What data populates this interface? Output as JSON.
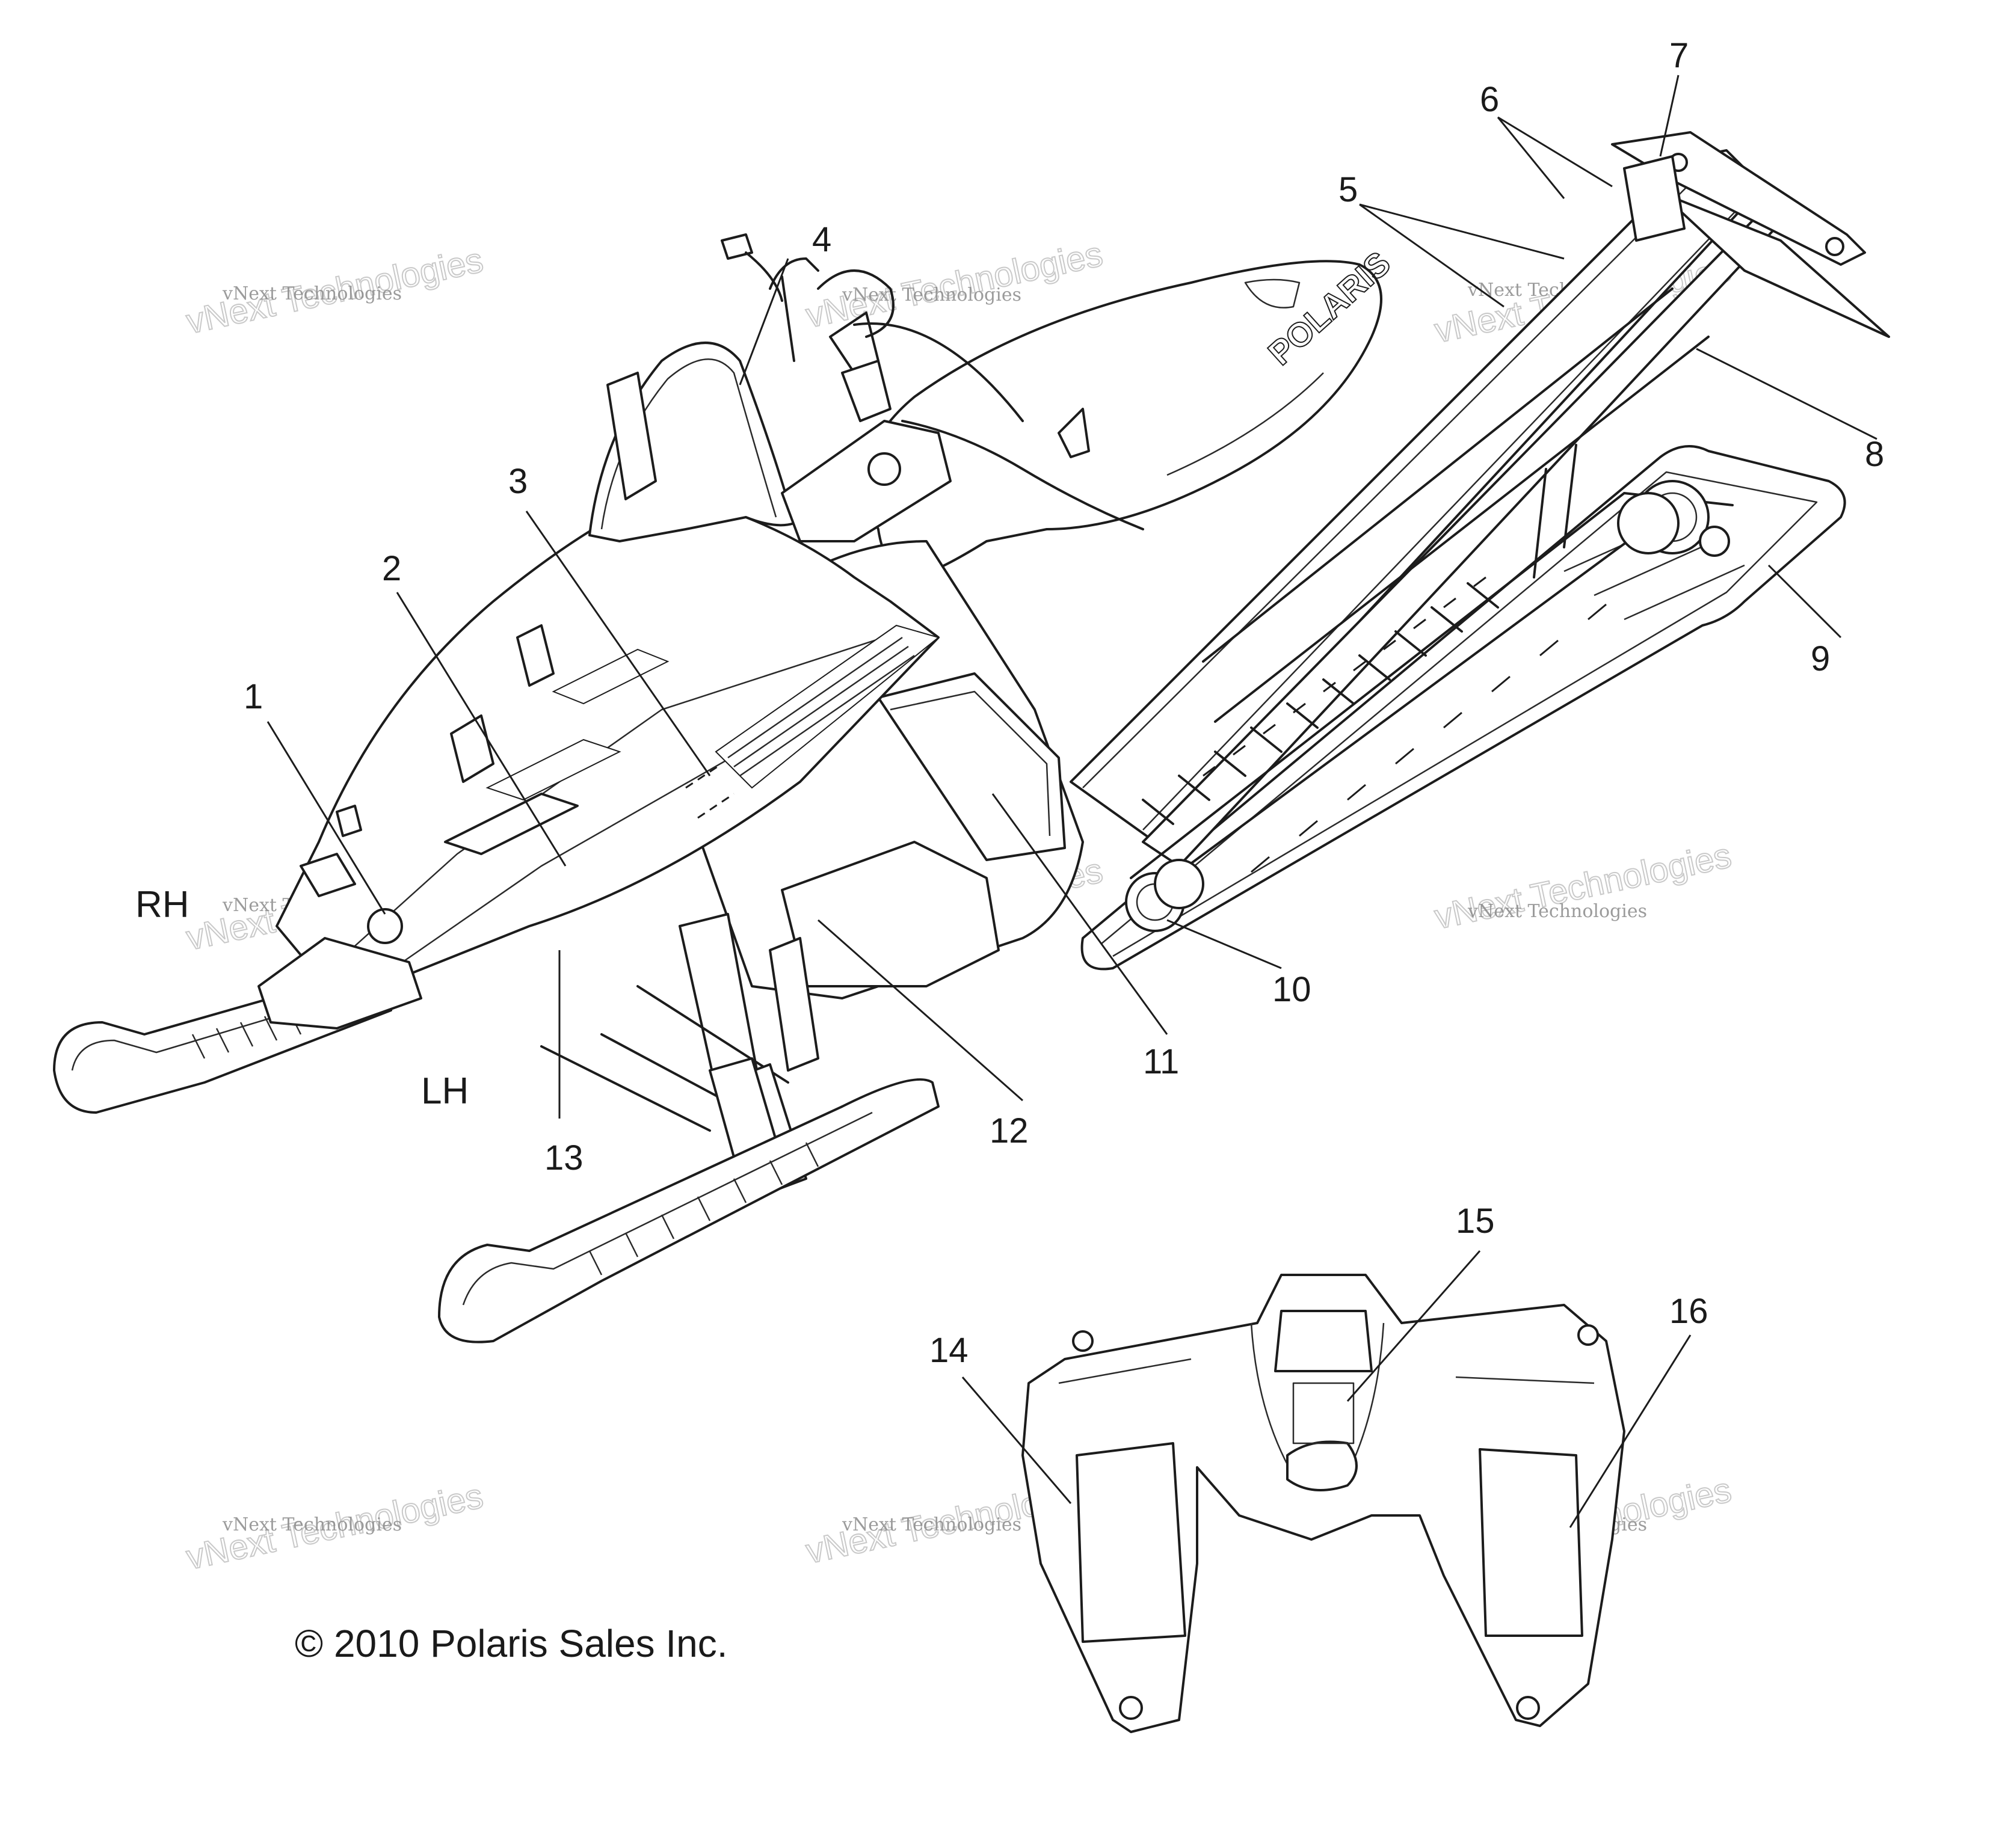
{
  "callouts": [
    "1",
    "2",
    "3",
    "4",
    "5",
    "6",
    "7",
    "8",
    "9",
    "10",
    "11",
    "12",
    "13",
    "14",
    "15",
    "16"
  ],
  "side_labels": {
    "right": "RH",
    "left": "LH"
  },
  "copyright": "© 2010 Polaris Sales Inc.",
  "seat_brand": "POLARIS",
  "watermark": {
    "line1": "vNext Technologies",
    "line2": "vNext Technologies"
  }
}
